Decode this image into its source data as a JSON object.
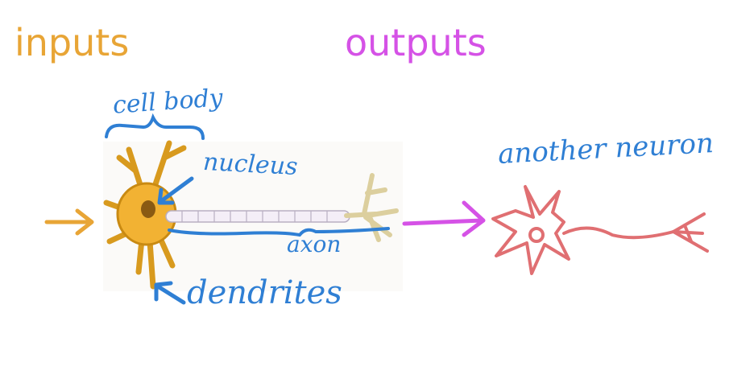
{
  "colors": {
    "inputs": "#E8A536",
    "outputs": "#D552E6",
    "annotation": "#2F7FD4",
    "neuron_body": "#F2B233",
    "neuron_outline": "#C98A12",
    "axon": "#F4EEF7",
    "axon_terminal": "#EFE7C5",
    "another_neuron": "#E06F72"
  },
  "labels": {
    "inputs": "inputs",
    "outputs": "outputs",
    "cell_body": "cell body",
    "nucleus": "nucleus",
    "axon": "axon",
    "dendrites": "dendrites",
    "another_neuron": "another neuron"
  }
}
